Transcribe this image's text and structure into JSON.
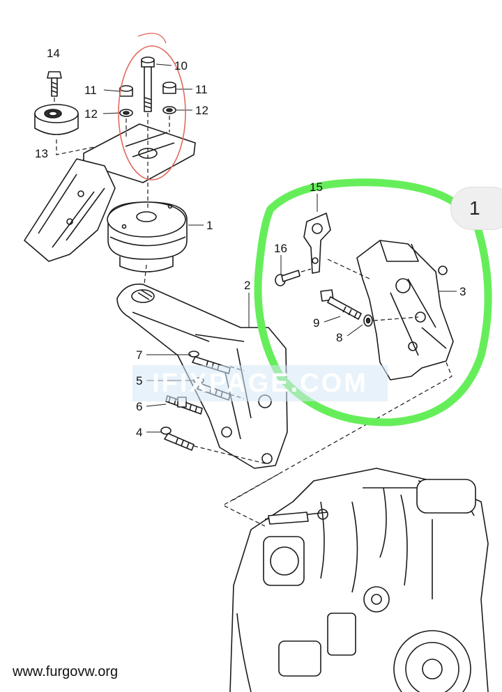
{
  "labels": {
    "l1": "1",
    "l2": "2",
    "l3": "3",
    "l4": "4",
    "l5": "5",
    "l6": "6",
    "l7": "7",
    "l8": "8",
    "l9": "9",
    "l10": "10",
    "l11a": "11",
    "l11b": "11",
    "l12a": "12",
    "l12b": "12",
    "l13": "13",
    "l14": "14",
    "l15": "15",
    "l16": "16"
  },
  "badge": "1",
  "watermark": "IFIXPAGE.COM",
  "credit": "www.furgovw.org",
  "colors": {
    "red_circle": "#e06a5e",
    "green_circle": "#66ee5a",
    "line": "#1a1a1a"
  }
}
